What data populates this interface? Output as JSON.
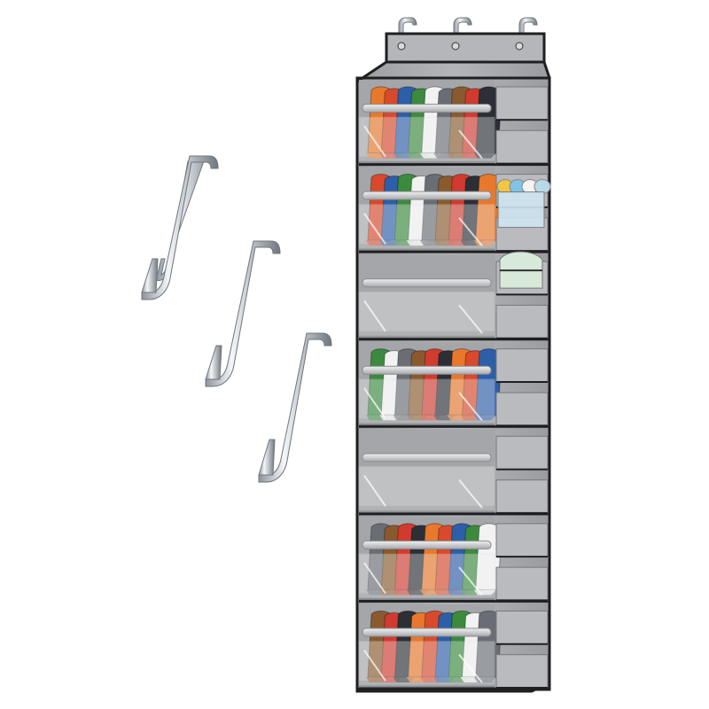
{
  "scene": {
    "subject": "over-the-door-hat-organizer",
    "shelf_count": 7,
    "door_hook_count": 3,
    "loose_hook_count": 3,
    "colors": {
      "fabric": "#a9abae",
      "fabric_dark": "#8f9194",
      "binding": "#1f1f22",
      "rod": "#d3d4d6",
      "chrome": "#d9dde1",
      "clear_pocket": "#f2f4f5"
    },
    "cap_palette": [
      "#e8782c",
      "#d84a2b",
      "#2d5ea8",
      "#3c8a3e",
      "#f2f2f2",
      "#6a6e74",
      "#8a5a2e",
      "#d13b2f",
      "#2c2f36"
    ],
    "shelf_contents": [
      "caps",
      "caps",
      "empty",
      "caps",
      "empty",
      "caps",
      "caps"
    ],
    "side_pocket_contents": [
      "",
      "hand-towels",
      "socks",
      "",
      "",
      "",
      ""
    ]
  }
}
